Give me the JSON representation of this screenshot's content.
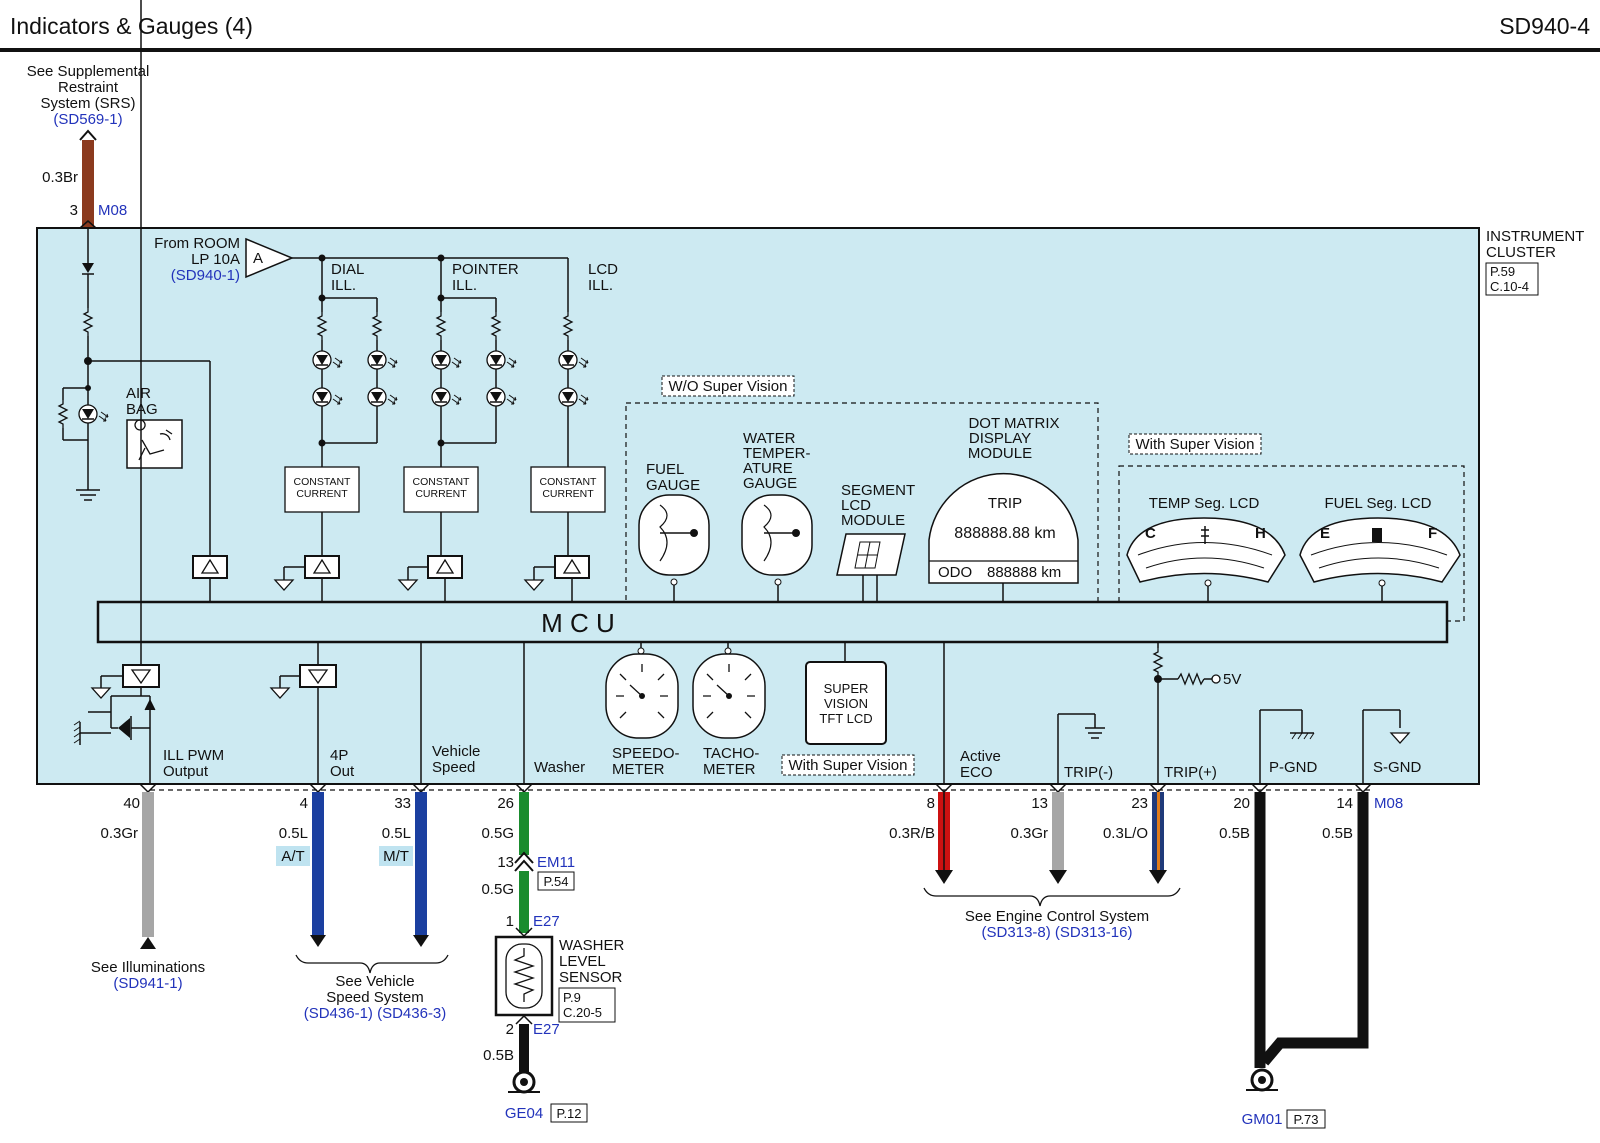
{
  "header": {
    "title": "Indicators & Gauges (4)",
    "code": "SD940-4"
  },
  "srs": {
    "line1": "See Supplemental",
    "line2": "Restraint",
    "line3": "System (SRS)",
    "ref": "(SD569-1)",
    "wire": "0.3Br",
    "pin": "3",
    "conn": "M08"
  },
  "cluster": {
    "title1": "INSTRUMENT",
    "title2": "CLUSTER",
    "page": "P.59",
    "conn": "C.10-4"
  },
  "room": {
    "line1": "From ROOM",
    "line2": "LP 10A",
    "ref": "(SD940-1)",
    "node": "A"
  },
  "ill": {
    "dial1": "DIAL",
    "dial2": "ILL.",
    "ptr1": "POINTER",
    "ptr2": "ILL.",
    "lcd1": "LCD",
    "lcd2": "ILL.",
    "cc1": "CONSTANT",
    "cc2": "CURRENT"
  },
  "airbag": {
    "line1": "AIR",
    "line2": "BAG"
  },
  "wo_sv": {
    "label": "W/O Super Vision",
    "fuel1": "FUEL",
    "fuel2": "GAUGE",
    "water1": "WATER",
    "water2": "TEMPER-",
    "water3": "ATURE",
    "water4": "GAUGE",
    "seg1": "SEGMENT",
    "seg2": "LCD",
    "seg3": "MODULE",
    "dot1": "DOT MATRIX",
    "dot2": "DISPLAY",
    "dot3": "MODULE",
    "trip": "TRIP",
    "trip_val": "888888.88 km",
    "odo": "ODO",
    "odo_val": "888888 km"
  },
  "w_sv": {
    "label": "With Super Vision",
    "temp": "TEMP Seg. LCD",
    "fuel": "FUEL Seg. LCD",
    "c": "C",
    "h": "H",
    "e": "E",
    "f": "F"
  },
  "mcu": "M C U",
  "lower": {
    "speedo1": "SPEEDO-",
    "speedo2": "METER",
    "tacho1": "TACHO-",
    "tacho2": "METER",
    "sv1": "SUPER",
    "sv2": "VISION",
    "sv3": "TFT LCD",
    "sv_label": "With Super Vision",
    "five_v": "5V"
  },
  "pins": [
    {
      "l1": "ILL PWM",
      "l2": "Output",
      "pin": "40",
      "wire": "0.3Gr"
    },
    {
      "l1": "4P",
      "l2": "Out",
      "pin": "4",
      "wire": "0.5L",
      "tag": "A/T"
    },
    {
      "l1": "Vehicle",
      "l2": "Speed",
      "pin": "33",
      "wire": "0.5L",
      "tag": "M/T"
    },
    {
      "l1": "Washer",
      "pin": "26",
      "wire": "0.5G"
    },
    {
      "l1": "Active",
      "l2": "ECO",
      "pin": "8",
      "wire": "0.3R/B"
    },
    {
      "l1": "TRIP(-)",
      "pin": "13",
      "wire": "0.3Gr"
    },
    {
      "l1": "TRIP(+)",
      "pin": "23",
      "wire": "0.3L/O"
    },
    {
      "l1": "P-GND",
      "pin": "20",
      "wire": "0.5B"
    },
    {
      "l1": "S-GND",
      "pin": "14",
      "wire": "0.5B",
      "conn": "M08"
    }
  ],
  "illum": {
    "line1": "See Illuminations",
    "ref": "(SD941-1)"
  },
  "vss": {
    "line1": "See Vehicle",
    "line2": "Speed System",
    "ref": "(SD436-1) (SD436-3)"
  },
  "washer": {
    "em_pin": "13",
    "em": "EM11",
    "em_page": "P.54",
    "wire2": "0.5G",
    "e_pin1": "1",
    "e27": "E27",
    "name1": "WASHER",
    "name2": "LEVEL",
    "name3": "SENSOR",
    "page": "P.9",
    "conn": "C.20-5",
    "e_pin2": "2",
    "wire3": "0.5B",
    "gnd": "GE04",
    "gnd_page": "P.12"
  },
  "ecs": {
    "line1": "See Engine Control System",
    "ref": "(SD313-8) (SD313-16)"
  },
  "gm": {
    "gnd": "GM01",
    "page": "P.73"
  },
  "colors": {
    "cluster_bg": "#cdeaf2",
    "brown": "#8b3a1e",
    "grey": "#a6a6a6",
    "blue": "#1b3fa0",
    "green": "#1a8c2e",
    "red": "#cc1111",
    "navy": "#1f3a7a",
    "orange": "#e07b1a",
    "black": "#111111",
    "ref_blue": "#2233bb",
    "tag_bg": "#bfe3f0"
  }
}
